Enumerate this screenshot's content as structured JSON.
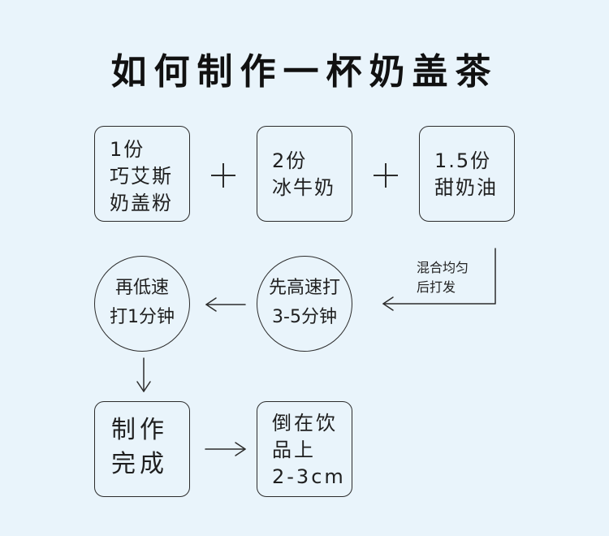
{
  "title": "如何制作一杯奶盖茶",
  "ingredients": [
    {
      "text": "1份\n巧艾斯\n奶盖粉"
    },
    {
      "text": "2份\n冰牛奶"
    },
    {
      "text": "1.5份\n甜奶油"
    }
  ],
  "mix_label": "混合均匀\n后打发",
  "steps": [
    {
      "text": "先高速打\n3-5分钟"
    },
    {
      "text": "再低速\n打1分钟"
    }
  ],
  "finish": {
    "text": "制作\n完成"
  },
  "pour": {
    "text": "倒在饮\n品上\n2-3cm"
  }
}
